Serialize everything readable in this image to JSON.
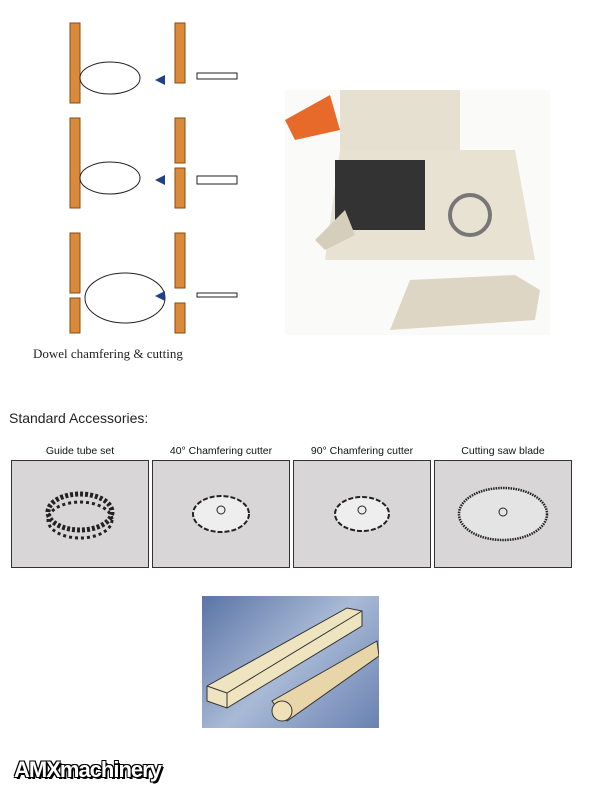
{
  "diagram": {
    "caption": "Dowel chamfering & cutting"
  },
  "accessories": {
    "title": "Standard Accessories:",
    "items": [
      {
        "label": "Guide tube set"
      },
      {
        "label": "40° Chamfering cutter"
      },
      {
        "label": "90° Chamfering cutter"
      },
      {
        "label": "Cutting saw blade"
      }
    ]
  },
  "footer": {
    "logo": "AMXmachinery"
  }
}
